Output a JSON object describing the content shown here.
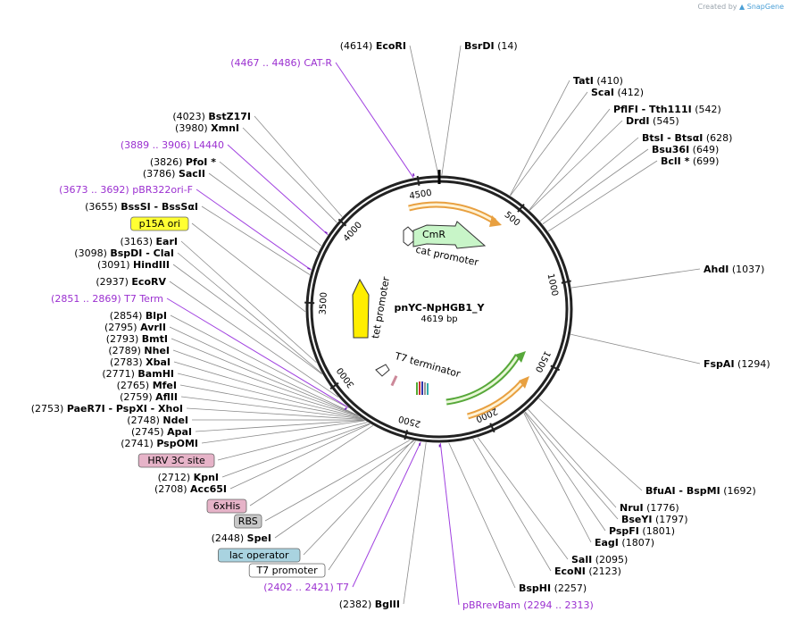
{
  "credit": {
    "prefix": "Created by",
    "brand": "SnapGene"
  },
  "plasmid": {
    "name": "pnYC-NpHGB1_Y",
    "size": "4619 bp",
    "length": 4619
  },
  "ticks": [
    {
      "pos": 500,
      "label": "500"
    },
    {
      "pos": 1000,
      "label": "1000"
    },
    {
      "pos": 1500,
      "label": "1500"
    },
    {
      "pos": 2000,
      "label": "2000"
    },
    {
      "pos": 2500,
      "label": "2500"
    },
    {
      "pos": 3000,
      "label": "3000"
    },
    {
      "pos": 3500,
      "label": "3500"
    },
    {
      "pos": 4000,
      "label": "4000"
    },
    {
      "pos": 4500,
      "label": "4500"
    }
  ],
  "features": [
    {
      "name": "CmR",
      "label": "CmR",
      "type": "cds",
      "color": "#c8f5c8"
    },
    {
      "name": "cat promoter",
      "label": "cat promoter",
      "type": "promoter",
      "color": "#ffffff"
    },
    {
      "name": "tet promoter",
      "label": "tet promoter",
      "type": "promoter",
      "color": "#ffee00"
    },
    {
      "name": "T7 terminator",
      "label": "T7 terminator",
      "type": "terminator",
      "color": "#ffffff"
    }
  ],
  "labels": [
    {
      "id": "ecori",
      "num": "(4614)",
      "name": "EcoRI",
      "kind": "enzyme",
      "pos": 4614
    },
    {
      "id": "bsrdi",
      "num": "(14)",
      "name": "BsrDI",
      "kind": "enzyme",
      "pos": 14
    },
    {
      "id": "cat-r",
      "num": "(4467 .. 4486)",
      "name": "CAT-R",
      "kind": "primer",
      "pos": 4476
    },
    {
      "id": "tati",
      "num": "(410)",
      "name": "TatI",
      "kind": "enzyme",
      "pos": 410
    },
    {
      "id": "scai",
      "num": "(412)",
      "name": "ScaI",
      "kind": "enzyme",
      "pos": 412
    },
    {
      "id": "pflfi",
      "num": "(542)",
      "name": "PflFI  - Tth111I",
      "kind": "enzyme",
      "pos": 542
    },
    {
      "id": "drdi",
      "num": "(545)",
      "name": "DrdI",
      "kind": "enzyme",
      "pos": 545
    },
    {
      "id": "btsi",
      "num": "(628)",
      "name": "BtsI  - BtsαI",
      "kind": "enzyme",
      "pos": 628
    },
    {
      "id": "bsu36i",
      "num": "(649)",
      "name": "Bsu36I",
      "kind": "enzyme",
      "pos": 649
    },
    {
      "id": "bcli",
      "num": "(699)",
      "name": "BclI *",
      "kind": "enzyme",
      "pos": 699
    },
    {
      "id": "ahdi",
      "num": "(1037)",
      "name": "AhdI",
      "kind": "enzyme",
      "pos": 1037
    },
    {
      "id": "fspai",
      "num": "(1294)",
      "name": "FspAI",
      "kind": "enzyme",
      "pos": 1294
    },
    {
      "id": "bfuai",
      "num": "(1692)",
      "name": "BfuAI  - BspMI",
      "kind": "enzyme",
      "pos": 1692
    },
    {
      "id": "nrui",
      "num": "(1776)",
      "name": "NruI",
      "kind": "enzyme",
      "pos": 1776
    },
    {
      "id": "bseyi",
      "num": "(1797)",
      "name": "BseYI",
      "kind": "enzyme",
      "pos": 1797
    },
    {
      "id": "pspfi",
      "num": "(1801)",
      "name": "PspFI",
      "kind": "enzyme",
      "pos": 1801
    },
    {
      "id": "eagi",
      "num": "(1807)",
      "name": "EagI",
      "kind": "enzyme",
      "pos": 1807
    },
    {
      "id": "sali",
      "num": "(2095)",
      "name": "SalI",
      "kind": "enzyme",
      "pos": 2095
    },
    {
      "id": "econi",
      "num": "(2123)",
      "name": "EcoNI",
      "kind": "enzyme",
      "pos": 2123
    },
    {
      "id": "bsphi",
      "num": "(2257)",
      "name": "BspHI",
      "kind": "enzyme",
      "pos": 2257
    },
    {
      "id": "pbrrevbam",
      "num": "(2294 .. 2313)",
      "name": "pBRrevBam",
      "kind": "primer",
      "pos": 2303
    },
    {
      "id": "bglii",
      "num": "(2382)",
      "name": "BglII",
      "kind": "enzyme",
      "pos": 2382
    },
    {
      "id": "t7-primer",
      "num": "(2402 .. 2421)",
      "name": "T7",
      "kind": "primer",
      "pos": 2411
    },
    {
      "id": "t7-promoter",
      "num": "",
      "name": "T7 promoter",
      "kind": "box",
      "pos": 2440,
      "color": "#ffffff"
    },
    {
      "id": "lac-operator",
      "num": "",
      "name": "lac operator",
      "kind": "box",
      "pos": 2455,
      "color": "#a9d3e0"
    },
    {
      "id": "spei",
      "num": "(2448)",
      "name": "SpeI",
      "kind": "enzyme",
      "pos": 2448
    },
    {
      "id": "rbs",
      "num": "",
      "name": "RBS",
      "kind": "box",
      "pos": 2470,
      "color": "#c8c8c8"
    },
    {
      "id": "6xhis",
      "num": "",
      "name": "6xHis",
      "kind": "box",
      "pos": 2690,
      "color": "#e6b3c8"
    },
    {
      "id": "acc65i",
      "num": "(2708)",
      "name": "Acc65I",
      "kind": "enzyme",
      "pos": 2708
    },
    {
      "id": "kpni",
      "num": "(2712)",
      "name": "KpnI",
      "kind": "enzyme",
      "pos": 2712
    },
    {
      "id": "hrv3c",
      "num": "",
      "name": "HRV 3C site",
      "kind": "box",
      "pos": 2725,
      "color": "#e6b3c8"
    },
    {
      "id": "pspomi",
      "num": "(2741)",
      "name": "PspOMI",
      "kind": "enzyme",
      "pos": 2741
    },
    {
      "id": "apai",
      "num": "(2745)",
      "name": "ApaI",
      "kind": "enzyme",
      "pos": 2745
    },
    {
      "id": "ndei",
      "num": "(2748)",
      "name": "NdeI",
      "kind": "enzyme",
      "pos": 2748
    },
    {
      "id": "paer7i",
      "num": "(2753)",
      "name": "PaeR7I  - PspXI  - XhoI",
      "kind": "enzyme",
      "pos": 2753
    },
    {
      "id": "aflii",
      "num": "(2759)",
      "name": "AflII",
      "kind": "enzyme",
      "pos": 2759
    },
    {
      "id": "mfei",
      "num": "(2765)",
      "name": "MfeI",
      "kind": "enzyme",
      "pos": 2765
    },
    {
      "id": "bamhi",
      "num": "(2771)",
      "name": "BamHI",
      "kind": "enzyme",
      "pos": 2771
    },
    {
      "id": "xbai",
      "num": "(2783)",
      "name": "XbaI",
      "kind": "enzyme",
      "pos": 2783
    },
    {
      "id": "nhei",
      "num": "(2789)",
      "name": "NheI",
      "kind": "enzyme",
      "pos": 2789
    },
    {
      "id": "bmti",
      "num": "(2793)",
      "name": "BmtI",
      "kind": "enzyme",
      "pos": 2793
    },
    {
      "id": "avrii",
      "num": "(2795)",
      "name": "AvrII",
      "kind": "enzyme",
      "pos": 2795
    },
    {
      "id": "blpi",
      "num": "(2854)",
      "name": "BlpI",
      "kind": "enzyme",
      "pos": 2854
    },
    {
      "id": "t7term",
      "num": "(2851 .. 2869)",
      "name": "T7 Term",
      "kind": "primer",
      "pos": 2860
    },
    {
      "id": "ecorv",
      "num": "(2937)",
      "name": "EcoRV",
      "kind": "enzyme",
      "pos": 2937
    },
    {
      "id": "hindiii",
      "num": "(3091)",
      "name": "HindIII",
      "kind": "enzyme",
      "pos": 3091
    },
    {
      "id": "bspdi",
      "num": "(3098)",
      "name": "BspDI  - ClaI",
      "kind": "enzyme",
      "pos": 3098
    },
    {
      "id": "eari",
      "num": "(3163)",
      "name": "EarI",
      "kind": "enzyme",
      "pos": 3163
    },
    {
      "id": "p15a",
      "num": "",
      "name": "p15A ori",
      "kind": "box",
      "pos": 3450,
      "color": "#ffff33"
    },
    {
      "id": "bsssi",
      "num": "(3655)",
      "name": "BssSI  - BssSαI",
      "kind": "enzyme",
      "pos": 3655
    },
    {
      "id": "pbr322ori",
      "num": "(3673 .. 3692)",
      "name": "pBR322ori-F",
      "kind": "primer",
      "pos": 3682
    },
    {
      "id": "sacii",
      "num": "(3786)",
      "name": "SacII",
      "kind": "enzyme",
      "pos": 3786
    },
    {
      "id": "pfoi",
      "num": "(3826)",
      "name": "PfoI *",
      "kind": "enzyme",
      "pos": 3826
    },
    {
      "id": "l4440",
      "num": "(3889 .. 3906)",
      "name": "L4440",
      "kind": "primer",
      "pos": 3897
    },
    {
      "id": "xmni",
      "num": "(3980)",
      "name": "XmnI",
      "kind": "enzyme",
      "pos": 3980
    },
    {
      "id": "bstz17i",
      "num": "(4023)",
      "name": "BstZ17I",
      "kind": "enzyme",
      "pos": 4023
    }
  ]
}
